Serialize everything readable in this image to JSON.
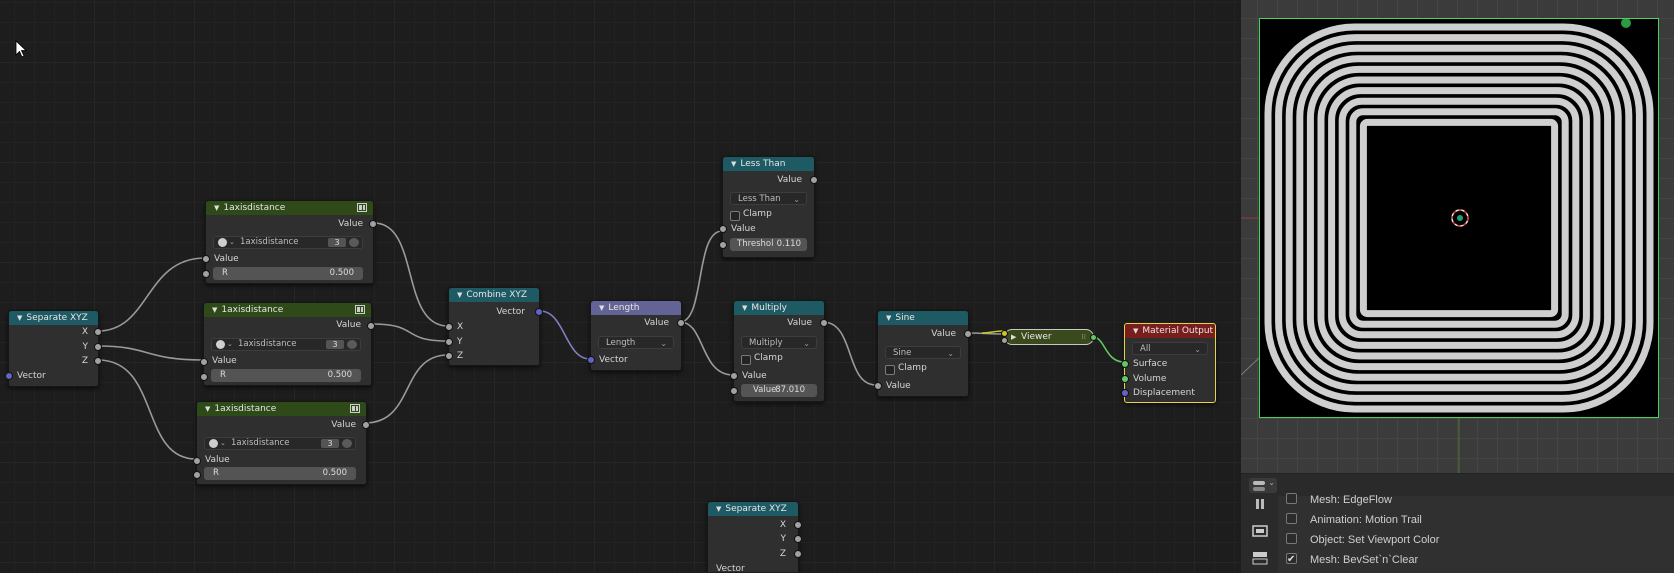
{
  "nodes": {
    "axis1": {
      "title": "1axisdistance",
      "out": "Value",
      "group": "1axisdistance",
      "users": "3",
      "in_value": "Value",
      "r_label": "R",
      "r_value": "0.500"
    },
    "axis2": {
      "title": "1axisdistance",
      "out": "Value",
      "group": "1axisdistance",
      "users": "3",
      "in_value": "Value",
      "r_label": "R",
      "r_value": "0.500"
    },
    "axis3": {
      "title": "1axisdistance",
      "out": "Value",
      "group": "1axisdistance",
      "users": "3",
      "in_value": "Value",
      "r_label": "R",
      "r_value": "0.500"
    },
    "separate": {
      "title": "Separate XYZ",
      "x": "X",
      "y": "Y",
      "z": "Z",
      "vector": "Vector"
    },
    "combine": {
      "title": "Combine XYZ",
      "vector": "Vector",
      "x": "X",
      "y": "Y",
      "z": "Z"
    },
    "length": {
      "title": "Length",
      "out": "Value",
      "mode": "Length",
      "in": "Vector"
    },
    "less_than": {
      "title": "Less Than",
      "out": "Value",
      "mode": "Less Than",
      "clamp": "Clamp",
      "in": "Value",
      "thr_label": "Threshol",
      "thr_value": "0.110"
    },
    "multiply": {
      "title": "Multiply",
      "out": "Value",
      "mode": "Multiply",
      "clamp": "Clamp",
      "in": "Value",
      "val_label": "Value",
      "val_value": "87.010"
    },
    "sine": {
      "title": "Sine",
      "out": "Value",
      "mode": "Sine",
      "clamp": "Clamp",
      "in": "Value"
    },
    "viewer": {
      "title": "Viewer"
    },
    "material_output": {
      "title": "Material Output",
      "target": "All",
      "surface": "Surface",
      "volume": "Volume",
      "displacement": "Displacement"
    },
    "separate2": {
      "title": "Separate XYZ",
      "x": "X",
      "y": "Y",
      "z": "Z",
      "vector": "Vector"
    }
  },
  "operators": [
    {
      "label": "Mesh: EdgeFlow",
      "checked": false
    },
    {
      "label": "Animation: Motion Trail",
      "checked": false
    },
    {
      "label": "Object: Set Viewport Color",
      "checked": false
    },
    {
      "label": "Mesh: BevSet`n`Clear",
      "checked": true
    }
  ],
  "colors": {
    "float_socket": "#a1a1a1",
    "vector_socket": "#6363c7",
    "shader_socket": "#63c763",
    "color_socket": "#c7c729",
    "group_header": "#2e4a19",
    "converter_header": "#1e5a63",
    "vector_header": "#636396",
    "output_header": "#7a1d1d",
    "selection_outline": "#4bd15c"
  }
}
